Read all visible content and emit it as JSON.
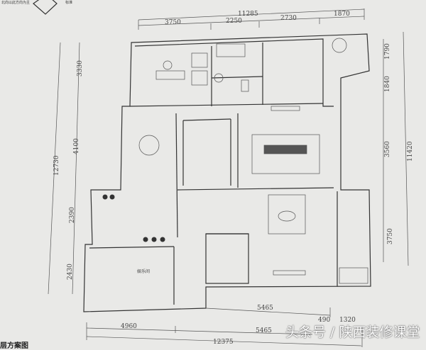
{
  "header": {
    "note": "北向以此方向为主",
    "mark": "标准"
  },
  "dimensions": {
    "top_total": "11285",
    "top": [
      "3750",
      "2250",
      "2730",
      "1870"
    ],
    "left_total": "12730",
    "left": [
      "3330",
      "4100",
      "2390",
      "2430"
    ],
    "right_total": "11420",
    "right": [
      "1790",
      "1840",
      "3560",
      "3750"
    ],
    "bottom_inner": "5465",
    "bottom": [
      "4960",
      "5465",
      "490",
      "1320"
    ],
    "bottom_total": "12375"
  },
  "rooms": {
    "entertainment": "娱乐间"
  },
  "caption": "层方案图",
  "watermark": "头条号 / 陕西装修课堂"
}
